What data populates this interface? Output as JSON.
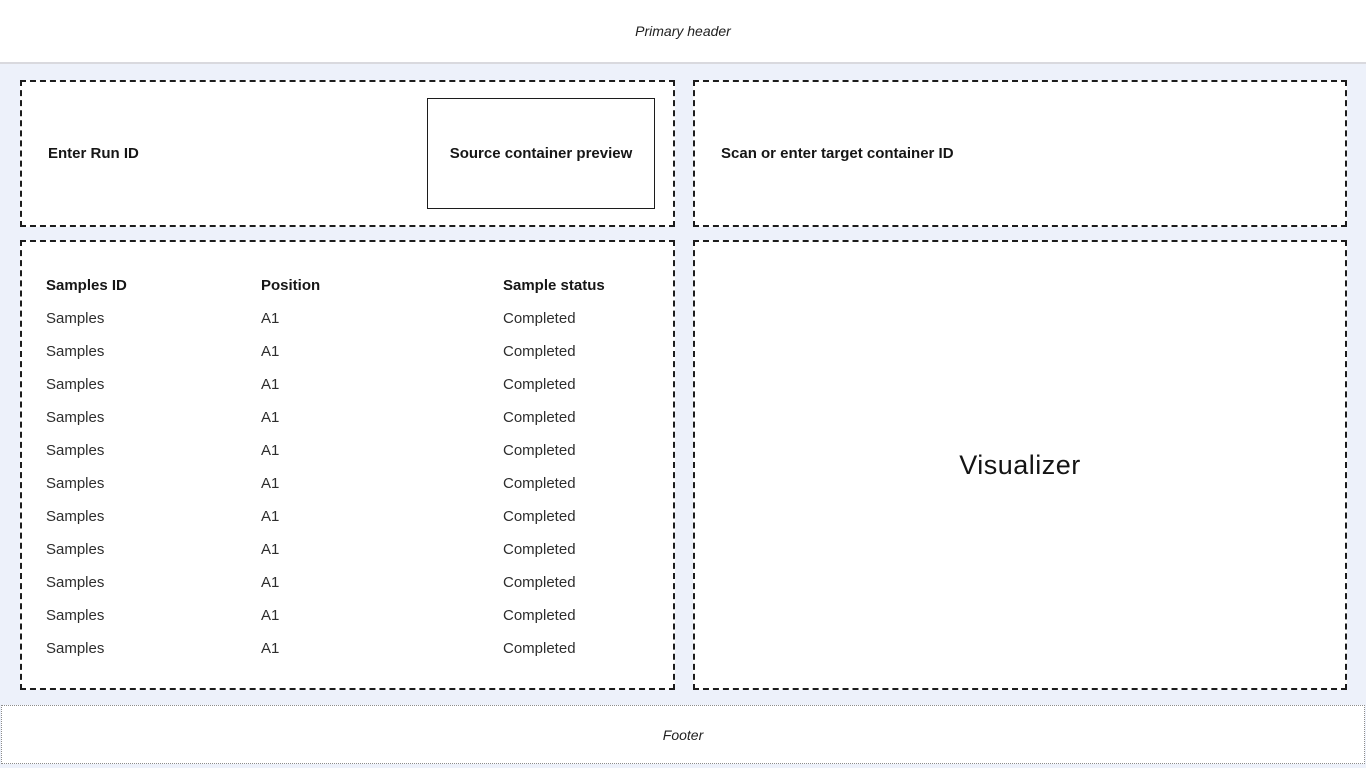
{
  "header": {
    "title": "Primary header"
  },
  "run_panel": {
    "label": "Enter Run ID",
    "preview_label": "Source container preview"
  },
  "target_panel": {
    "label": "Scan or enter target container ID"
  },
  "samples_table": {
    "columns": [
      "Samples ID",
      "Position",
      "Sample status"
    ],
    "rows": [
      {
        "id": "Samples",
        "position": "A1",
        "status": "Completed"
      },
      {
        "id": "Samples",
        "position": "A1",
        "status": "Completed"
      },
      {
        "id": "Samples",
        "position": "A1",
        "status": "Completed"
      },
      {
        "id": "Samples",
        "position": "A1",
        "status": "Completed"
      },
      {
        "id": "Samples",
        "position": "A1",
        "status": "Completed"
      },
      {
        "id": "Samples",
        "position": "A1",
        "status": "Completed"
      },
      {
        "id": "Samples",
        "position": "A1",
        "status": "Completed"
      },
      {
        "id": "Samples",
        "position": "A1",
        "status": "Completed"
      },
      {
        "id": "Samples",
        "position": "A1",
        "status": "Completed"
      },
      {
        "id": "Samples",
        "position": "A1",
        "status": "Completed"
      },
      {
        "id": "Samples",
        "position": "A1",
        "status": "Completed"
      }
    ]
  },
  "visualizer": {
    "label": "Visualizer"
  },
  "footer": {
    "label": "Footer"
  },
  "colors": {
    "page_background": "#edf1fa",
    "panel_background": "#ffffff",
    "panel_border": "#1c1c1c",
    "header_border": "#d9d9de",
    "footer_border": "#8c8c8c"
  }
}
